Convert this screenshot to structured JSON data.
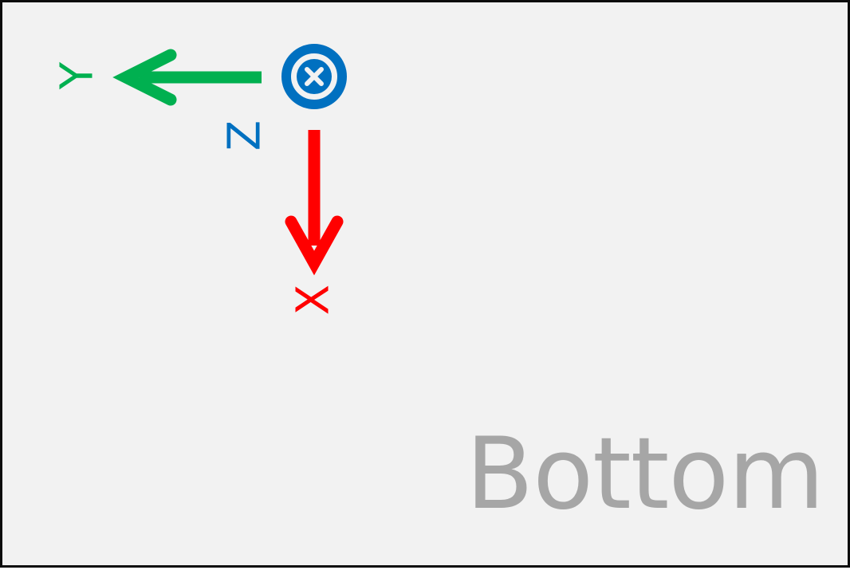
{
  "view_label": "Bottom",
  "axes": {
    "x": {
      "label": "X",
      "color": "#ff0000",
      "direction": "down"
    },
    "y": {
      "label": "Y",
      "color": "#00b050",
      "direction": "left"
    },
    "z": {
      "label": "Z",
      "color": "#0070c0",
      "direction": "into-page"
    }
  },
  "colors": {
    "background": "#f2f2f2",
    "border": "#0d0d0d",
    "label": "#a6a6a6"
  }
}
